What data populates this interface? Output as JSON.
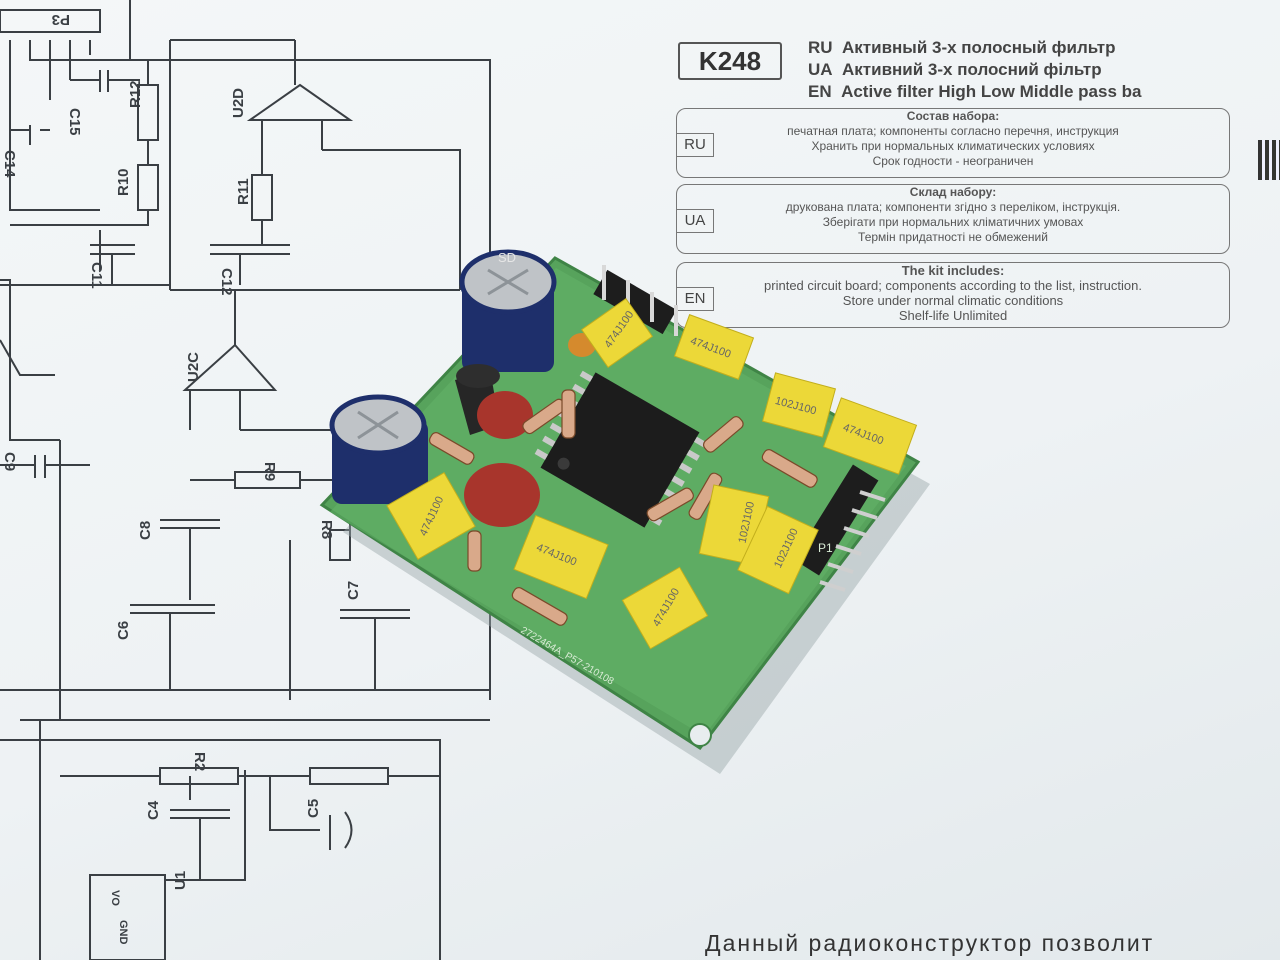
{
  "kit_code": "K248",
  "titles": [
    {
      "lang": "RU",
      "text": "Активный 3-х полосный фильтр"
    },
    {
      "lang": "UA",
      "text": "Активний 3-х полосний фільтр"
    },
    {
      "lang": "EN",
      "text": "Active filter High Low Middle pass ba"
    }
  ],
  "kit_sections": [
    {
      "lang": "RU",
      "header": "Состав набора:",
      "lines": [
        "печатная плата; компоненты согласно перечня, инструкция",
        "Хранить при нормальных климатических условиях",
        "Срок годности - неограничен"
      ]
    },
    {
      "lang": "UA",
      "header": "Склад набору:",
      "lines": [
        "друкована плата; компоненти згідно з переліком, інструкція.",
        "Зберігати при нормальних кліматичних умовах",
        "Термін придатності не обмежений"
      ]
    },
    {
      "lang": "EN",
      "header": "The kit includes:",
      "lines": [
        "printed circuit board; components according to the list, instruction.",
        "Store under normal climatic conditions",
        "Shelf-life Unlimited"
      ]
    }
  ],
  "bottom_text": "Данный радиоконструктор позволит",
  "schematic_labels": {
    "p3": "P3",
    "c15": "C15",
    "r12": "R12",
    "u2d": "U2D",
    "c14": "C14",
    "r10": "R10",
    "r11": "R11",
    "c11": "C11",
    "c12": "C12",
    "u2c": "U2C",
    "c9": "C9",
    "r9": "R9",
    "c8": "C8",
    "r8": "R8",
    "c7": "C7",
    "c6": "C6",
    "r2": "R2",
    "c4": "C4",
    "c5": "C5",
    "u1": "U1",
    "vo": "VO",
    "gnd": "GND"
  },
  "pcb": {
    "cap_marks": [
      "474J100",
      "474J100",
      "102J100",
      "474J100",
      "474J100",
      "102J100",
      "102J100",
      "474J100",
      "474J100"
    ],
    "silkscreen": "2722464A_P57-210108",
    "p1_label": "P1",
    "elcap_mark": "SD"
  }
}
